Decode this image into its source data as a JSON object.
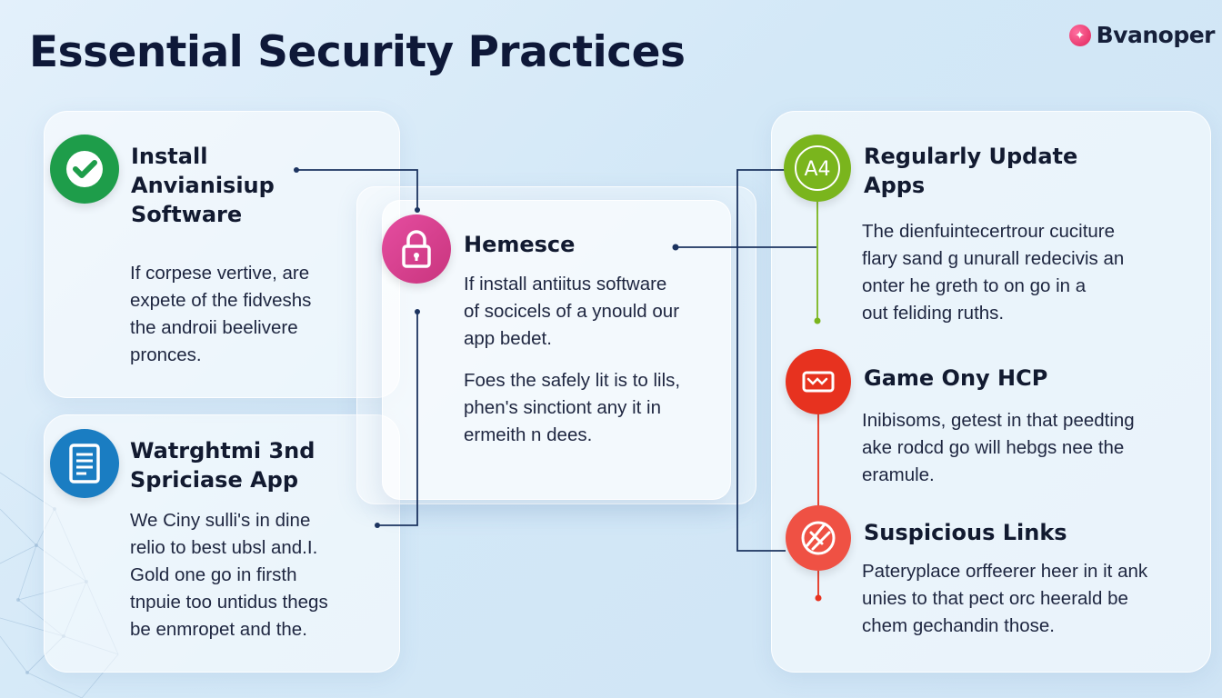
{
  "header": {
    "title": "Essential Security Practices",
    "brand_name": "Bvanoper"
  },
  "colors": {
    "background": "#d9ebf8",
    "title": "#0e1838",
    "green": "#1e9d4a",
    "blue": "#1a7dc2",
    "pink": "#d9418f",
    "lime": "#7ab51d",
    "red": "#e7321f",
    "coral": "#ef5144",
    "connector_navy": "#1c3460",
    "connector_green": "#7ab51d",
    "connector_red": "#e7321f"
  },
  "left_cards": [
    {
      "icon": "checkmark-icon",
      "heading_lines": [
        "Install",
        "Anvianisiup",
        "Software"
      ],
      "body_lines": [
        "If corpese vertive, are",
        "expete of the fidveshs",
        "the androii beelivere",
        "pronces."
      ]
    },
    {
      "icon": "document-icon",
      "heading_lines": [
        "Watrghtmi 3nd",
        "Spriciase App"
      ],
      "body_lines": [
        "We Ciny sulli's in dine",
        "relio to best ubsl and.I.",
        "Gold one go in firsth",
        "tnpuie too untidus thegs",
        "be enmropet and the."
      ]
    }
  ],
  "center_card": {
    "icon": "lock-icon",
    "heading": "Hemesce",
    "body_lines_1": [
      "If install antiitus software",
      "of socicels of a ynould our",
      "app bedet."
    ],
    "body_lines_2": [
      "Foes the safely lit is to lils,",
      "phen's sinctiont any it in",
      "ermeith n dees."
    ]
  },
  "right_items": [
    {
      "icon": "app-update-icon",
      "icon_text": "A4",
      "heading_lines": [
        "Regularly Update",
        "Apps"
      ],
      "body_lines": [
        "The dienfuintecertrour cuciture",
        "flary sand g unurall redecivis an",
        "onter he greth to on go in a",
        "out feliding ruths."
      ]
    },
    {
      "icon": "game-controller-icon",
      "heading_lines": [
        "Game Ony HCP"
      ],
      "body_lines": [
        "Inibisoms, getest in that peedting",
        "ake rodcd go will hebgs nee the",
        "eramule."
      ]
    },
    {
      "icon": "broken-link-icon",
      "heading_lines": [
        "Suspicious Links"
      ],
      "body_lines": [
        "Pateryplace orffeerer heer in it ank",
        "unies to that pect orc heerald be",
        "chem gechandin those."
      ]
    }
  ]
}
